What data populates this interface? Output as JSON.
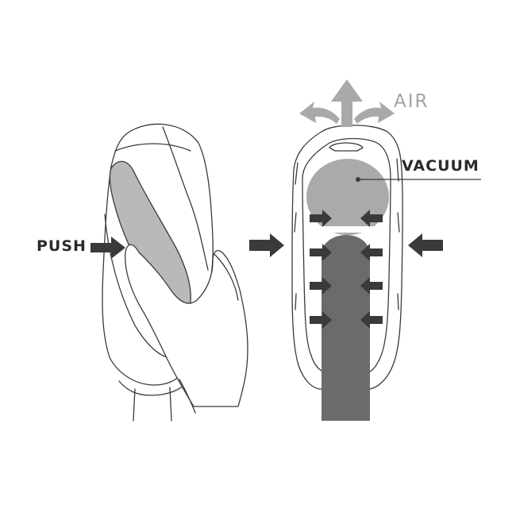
{
  "labels": {
    "push": "PUSH",
    "air": "AIR",
    "vacuum": "VACUUM"
  },
  "colors": {
    "outline": "#3a3a3a",
    "fill_light": "#b9b9b9",
    "vacuum_fill": "#aaaaaa",
    "shaft_fill": "#6b6b6b",
    "arrow_dark": "#3a3a3a",
    "arrow_air": "#a9a9a9",
    "label_dark": "#2b2b2b",
    "label_air": "#a3a3a3"
  },
  "icons": {
    "push_arrow": "arrow-right-icon",
    "squeeze_arrows": "arrow-inward-icon",
    "air_arrows": "airflow-arrow-icon"
  }
}
